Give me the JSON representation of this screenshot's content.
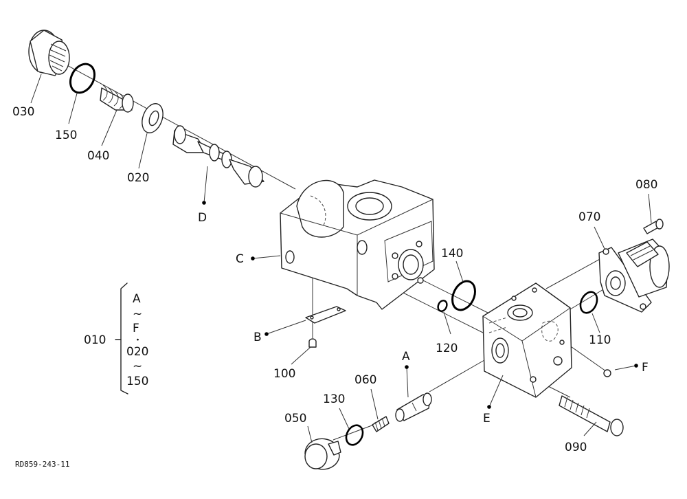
{
  "parts": {
    "p030": "030",
    "p150": "150",
    "p040": "040",
    "p020": "020",
    "p080": "080",
    "p070": "070",
    "p140": "140",
    "p120": "120",
    "p110": "110",
    "p100": "100",
    "p060": "060",
    "p130": "130",
    "p050": "050",
    "p090": "090"
  },
  "callouts": {
    "D": "D",
    "C": "C",
    "B": "B",
    "A": "A",
    "E": "E",
    "F": "F"
  },
  "assembly": {
    "number": "010",
    "range1_start": "A",
    "range1_sep": "~",
    "range1_end": "F",
    "joiner": "・",
    "range2_start": "020",
    "range2_sep": "~",
    "range2_end": "150"
  },
  "drawing_ref": "RD859-243-11"
}
